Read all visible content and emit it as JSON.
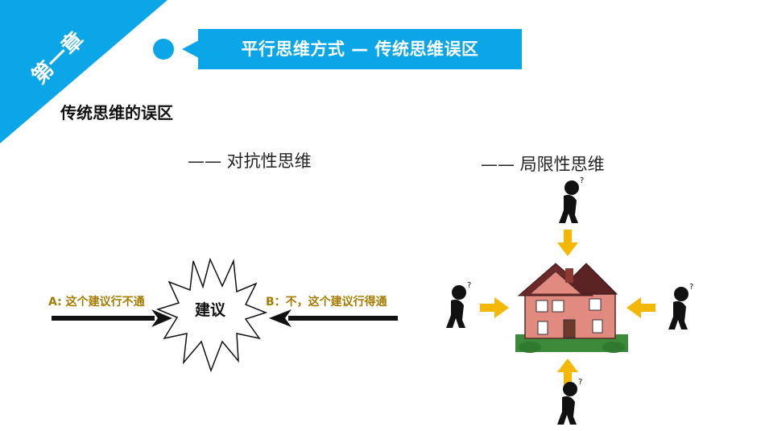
{
  "chapter": {
    "label": "第一章"
  },
  "header": {
    "title": "平行思维方式 — 传统思维误区"
  },
  "section": {
    "heading": "传统思维的误区"
  },
  "left_panel": {
    "subtitle": "—— 对抗性思维",
    "left_label": "A:   这个建议行不通",
    "right_label": "B：不，这个建议行得通",
    "center_label": "建议"
  },
  "right_panel": {
    "subtitle": "—— 局限性思维"
  },
  "colors": {
    "accent": "#0aa6e8",
    "label_gold": "#a57c00",
    "arrow_yellow": "#f5b800"
  }
}
